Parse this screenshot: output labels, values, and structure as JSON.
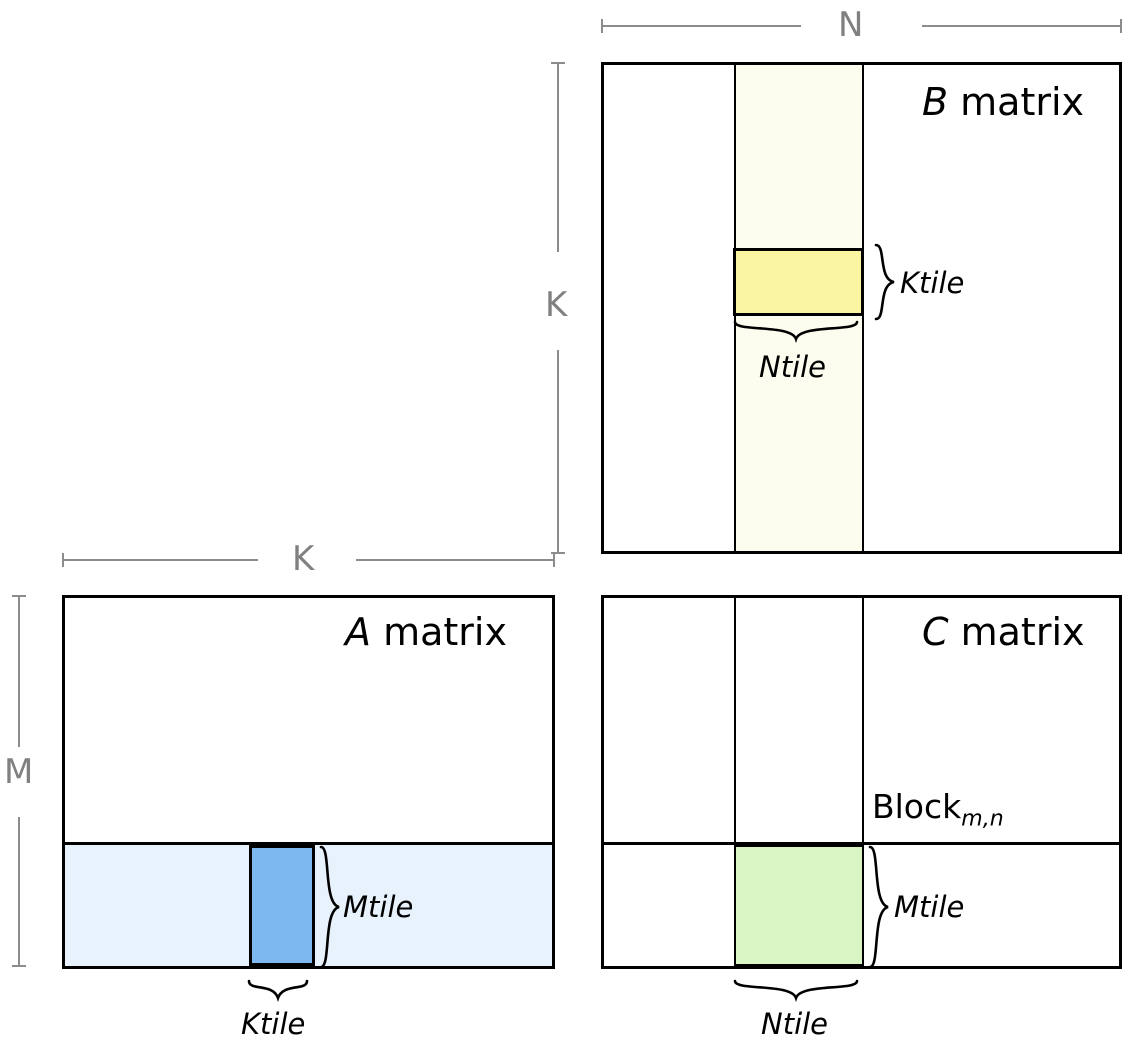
{
  "diagram": {
    "title": "Tiled matrix multiplication blocking diagram",
    "colors": {
      "outline": "#000000",
      "dimension_rule": "#8c8c8c",
      "dimension_label": "#808080",
      "a_band": "#e8f2fd",
      "a_tile": "#7db9f0",
      "b_band": "#fdfdef",
      "b_tile": "#f9f5a0",
      "c_tile": "#d9f5c4",
      "background": "#ffffff"
    }
  },
  "matrices": {
    "a": {
      "label_italic": "A",
      "label_rest": " matrix",
      "name": "A matrix"
    },
    "b": {
      "label_italic": "B",
      "label_rest": " matrix",
      "name": "B matrix"
    },
    "c": {
      "label_italic": "C",
      "label_rest": " matrix",
      "name": "C matrix",
      "block_label_main": "Block",
      "block_label_sub": "m,n"
    }
  },
  "dimensions": {
    "n_top": "N",
    "k_vertical": "K",
    "k_horizontal": "K",
    "m_vertical": "M"
  },
  "tiles": {
    "b_ktile": "Ktile",
    "b_ntile": "Ntile",
    "a_mtile": "Mtile",
    "a_ktile": "Ktile",
    "c_mtile": "Mtile",
    "c_ntile": "Ntile"
  }
}
